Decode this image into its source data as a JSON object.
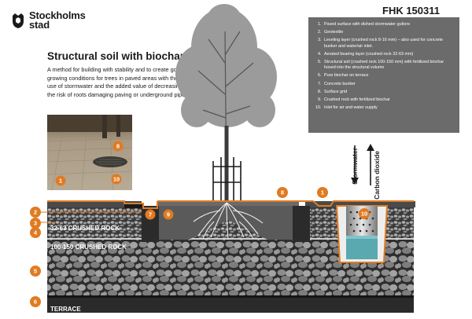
{
  "logo": {
    "line1": "Stockholms",
    "line2": "stad"
  },
  "doc_id": "FHK 150311",
  "title": "Structural soil with biochar",
  "description": "A method for building with stability and to create good growing conditions for trees in paved areas with the use of stormwater and the added value of decreasing the risk of roots damaging paving or underground pipes",
  "legend": [
    "Paved surface with dished stormwater gutters",
    "Geotextile",
    "Leveling layer (crushed rock 8-16 mm) – also used for concrete bunker and water/air inlet.",
    "Aerated bearing layer (crushed rock 32-63 mm)",
    "Structural soil (crushed rock 100-150 mm) with fertilized biochar hosed into the structural volume",
    "Pure biochar on terrace",
    "Concrete bunker",
    "Surface grid",
    "Crushed rock with fertilized biochar",
    "Inlet for air and water supply"
  ],
  "arrows": {
    "stormwater": "Stormwater",
    "co2": "Carbon dioxide"
  },
  "layers": {
    "crushed_32_63": "32-63 CRUSHED ROCK",
    "crushed_100_150": "100-150 CRUSHED ROCK",
    "terrace": "TERRACE"
  },
  "badges": {
    "left_column": [
      "2",
      "3",
      "4",
      "5",
      "6"
    ],
    "photo": [
      "8",
      "1",
      "10"
    ],
    "section": [
      "7",
      "9",
      "8",
      "1",
      "10"
    ]
  },
  "colors": {
    "badge_orange": "#e07b22",
    "legend_bg": "#6b6b6b",
    "rock_dark": "#3a3a3a",
    "water": "#5aa8b0"
  }
}
